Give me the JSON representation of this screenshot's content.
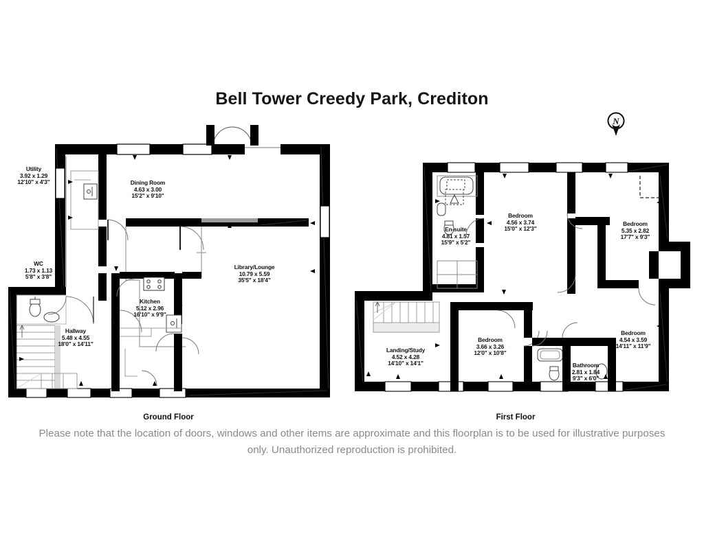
{
  "document": {
    "title": "Bell Tower Creedy Park, Crediton",
    "disclaimer_line1": "Please note that the location of doors, windows and other items are approximate and this floorplan is to be used for illustrative",
    "disclaimer_line2": "purposes only. Unauthorized reproduction is prohibited.",
    "compass_label": "N",
    "background_color": "#ffffff",
    "wall_color": "#000000",
    "text_color": "#111111",
    "disclaimer_color": "#8a8a8a"
  },
  "floors": [
    {
      "id": "ground",
      "caption": "Ground Floor",
      "rooms": [
        {
          "name": "Utility",
          "metric": "3.92 x 1.29",
          "imperial": "12'10\" x 4'3\""
        },
        {
          "name": "Dining Room",
          "metric": "4.63 x 3.00",
          "imperial": "15'2\" x 9'10\""
        },
        {
          "name": "WC",
          "metric": "1.73 x 1.13",
          "imperial": "5'8\" x 3'8\""
        },
        {
          "name": "Library/Lounge",
          "metric": "10.79 x 5.59",
          "imperial": "35'5\" x 18'4\""
        },
        {
          "name": "Kitchen",
          "metric": "5.12 x 2.96",
          "imperial": "16'10\" x 9'9\""
        },
        {
          "name": "Hallway",
          "metric": "5.48 x 4.55",
          "imperial": "18'0\" x 14'11\""
        }
      ]
    },
    {
      "id": "first",
      "caption": "First Floor",
      "rooms": [
        {
          "name": "En-suite",
          "metric": "4.81 x 1.57",
          "imperial": "15'9\" x 5'2\""
        },
        {
          "name": "Bedroom",
          "metric": "4.56 x 3.74",
          "imperial": "15'0\" x 12'3\""
        },
        {
          "name": "Bedroom",
          "metric": "5.35 x 2.82",
          "imperial": "17'7\" x 9'3\""
        },
        {
          "name": "Bedroom",
          "metric": "4.54 x 3.59",
          "imperial": "14'11\" x 11'9\""
        },
        {
          "name": "Landing/Study",
          "metric": "4.52 x 4.28",
          "imperial": "14'10\" x 14'1\""
        },
        {
          "name": "Bedroom",
          "metric": "3.66 x 3.26",
          "imperial": "12'0\" x 10'8\""
        },
        {
          "name": "Bathroom",
          "metric": "2.81 x 1.84",
          "imperial": "9'3\" x 6'0\""
        }
      ]
    }
  ]
}
